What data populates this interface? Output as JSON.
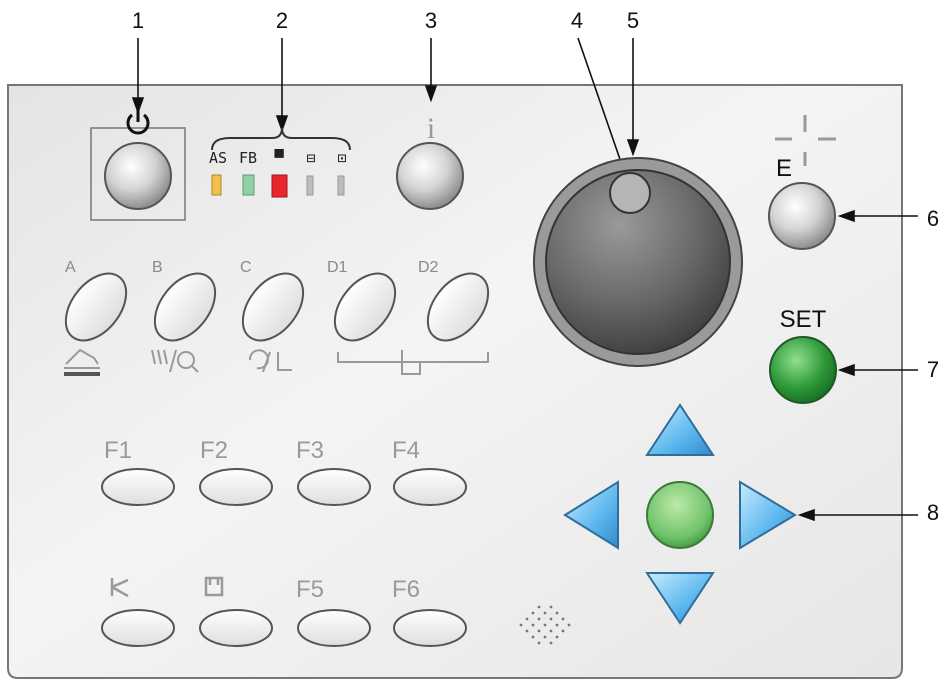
{
  "callouts": [
    "1",
    "2",
    "3",
    "4",
    "5",
    "6",
    "7",
    "8"
  ],
  "leds": {
    "labels": [
      "AS",
      "FB",
      "▀",
      "⊟",
      "⊡"
    ],
    "colors": [
      "#f3c04a",
      "#8fd1a4",
      "#e8262b",
      "#bdbdbd",
      "#bdbdbd"
    ]
  },
  "info_symbol": "i",
  "top_keys": [
    "A",
    "B",
    "C",
    "D1",
    "D2"
  ],
  "e_label": "E",
  "set_label": "SET",
  "f_keys_top": [
    "F1",
    "F2",
    "F3",
    "F4"
  ],
  "f_keys_bottom": [
    "",
    "",
    "F5",
    "F6"
  ],
  "colors": {
    "panel": "#ececec",
    "set_button": "#2f9a3a",
    "nav_arrow": "#5cb7ee",
    "nav_center": "#6fc36b"
  }
}
